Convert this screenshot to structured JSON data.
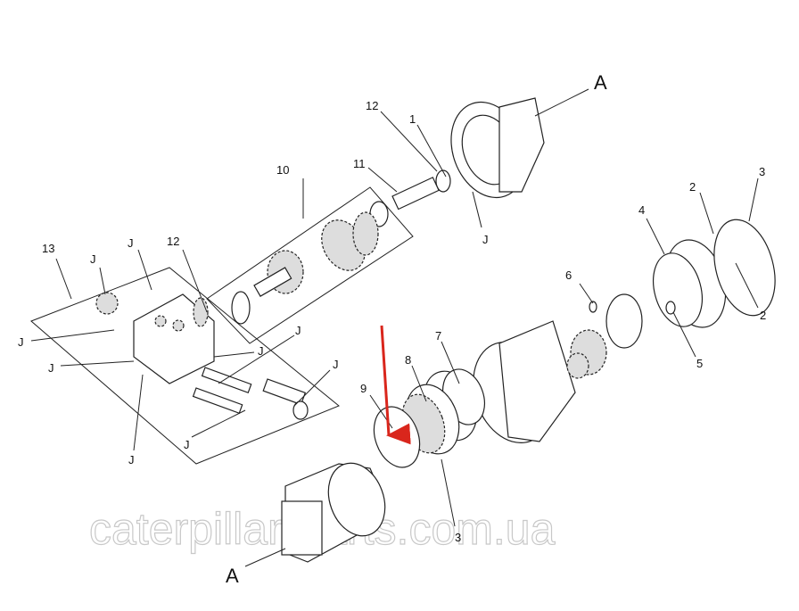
{
  "diagram": {
    "title_markers": [
      "A",
      "A"
    ],
    "labels": {
      "a_top": "A",
      "p12_top": "12",
      "p1": "1",
      "p11": "11",
      "p10": "10",
      "j_housing": "J",
      "p13": "13",
      "j1": "J",
      "p12_left": "12",
      "j2": "J",
      "j3": "J",
      "j4": "J",
      "j5": "J",
      "j6": "J",
      "j7": "J",
      "j8": "J",
      "j9": "J",
      "p2_top": "2",
      "p3_top": "3",
      "p4": "4",
      "p6": "6",
      "p2_bottom": "2",
      "p5": "5",
      "p7": "7",
      "p8": "8",
      "p9": "9",
      "p3_bottom": "3",
      "a_bottom": "A"
    },
    "watermark": "caterpillar-parts.com.ua",
    "highlight_color": "#d9261c"
  }
}
